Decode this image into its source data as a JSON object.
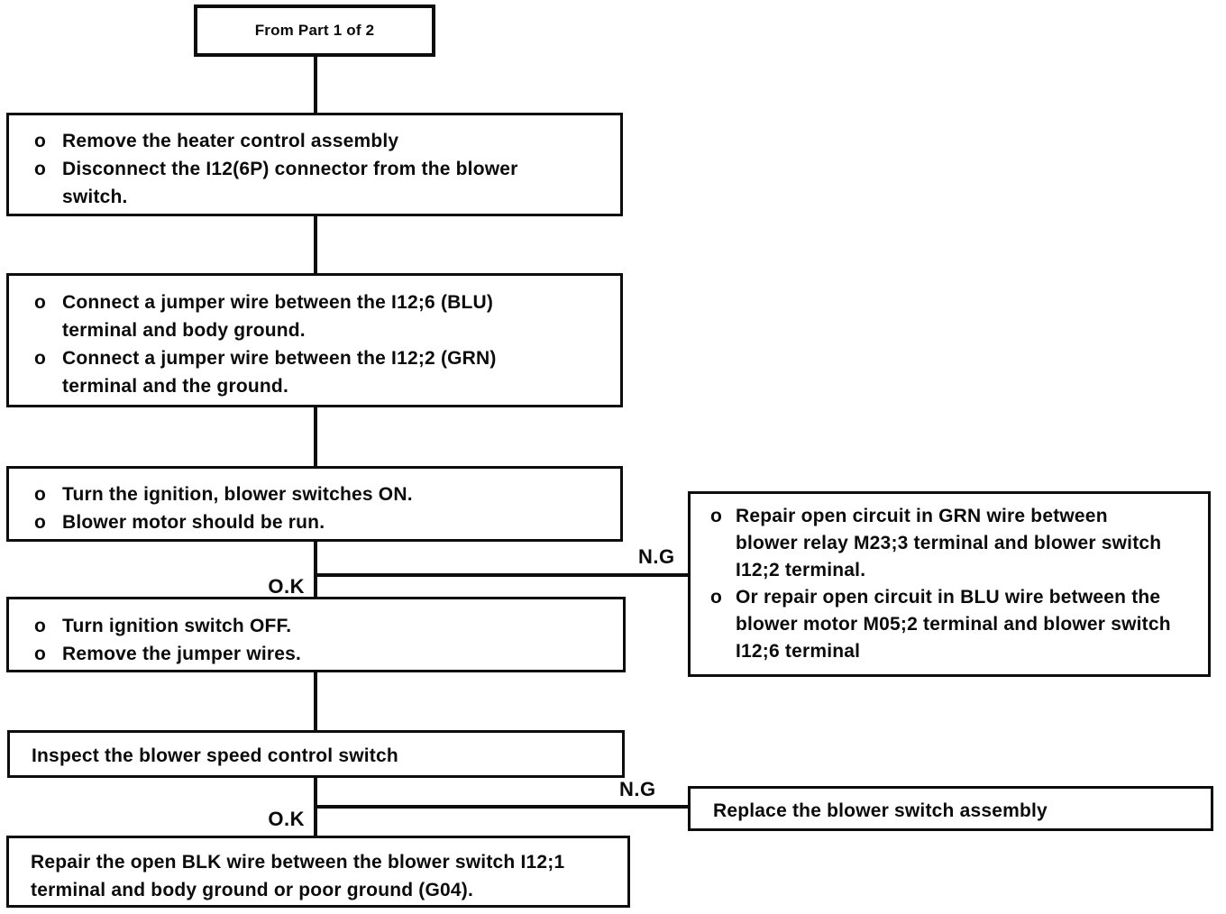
{
  "start_label": "From Part 1 of 2",
  "bullet_char": "o",
  "branch_labels": {
    "ok": "O.K",
    "ng": "N.G"
  },
  "boxes": {
    "step1": {
      "bullets": [
        "Remove the heater control assembly",
        "Disconnect the I12(6P) connector from the blower\nswitch."
      ]
    },
    "step2": {
      "bullets": [
        "Connect a jumper wire between the I12;6 (BLU)\nterminal and body ground.",
        "Connect a jumper wire between the I12;2 (GRN)\nterminal and the ground."
      ]
    },
    "step3": {
      "bullets": [
        "Turn the ignition, blower switches ON.",
        "Blower motor should be run."
      ]
    },
    "step4": {
      "bullets": [
        "Turn ignition switch OFF.",
        "Remove the jumper wires."
      ]
    },
    "inspect": {
      "text": "Inspect the blower speed control switch"
    },
    "repair_blk": {
      "text": "Repair the open BLK wire between the blower switch I12;1\nterminal and body ground or poor ground (G04)."
    },
    "ng_repair": {
      "bullets": [
        "Repair open circuit in GRN wire between\nblower relay M23;3 terminal and blower switch\nI12;2 terminal.",
        "Or repair open circuit in BLU wire between the\nblower motor M05;2 terminal and blower switch\nI12;6 terminal"
      ]
    },
    "ng_replace": {
      "text": "Replace the blower switch assembly"
    }
  }
}
